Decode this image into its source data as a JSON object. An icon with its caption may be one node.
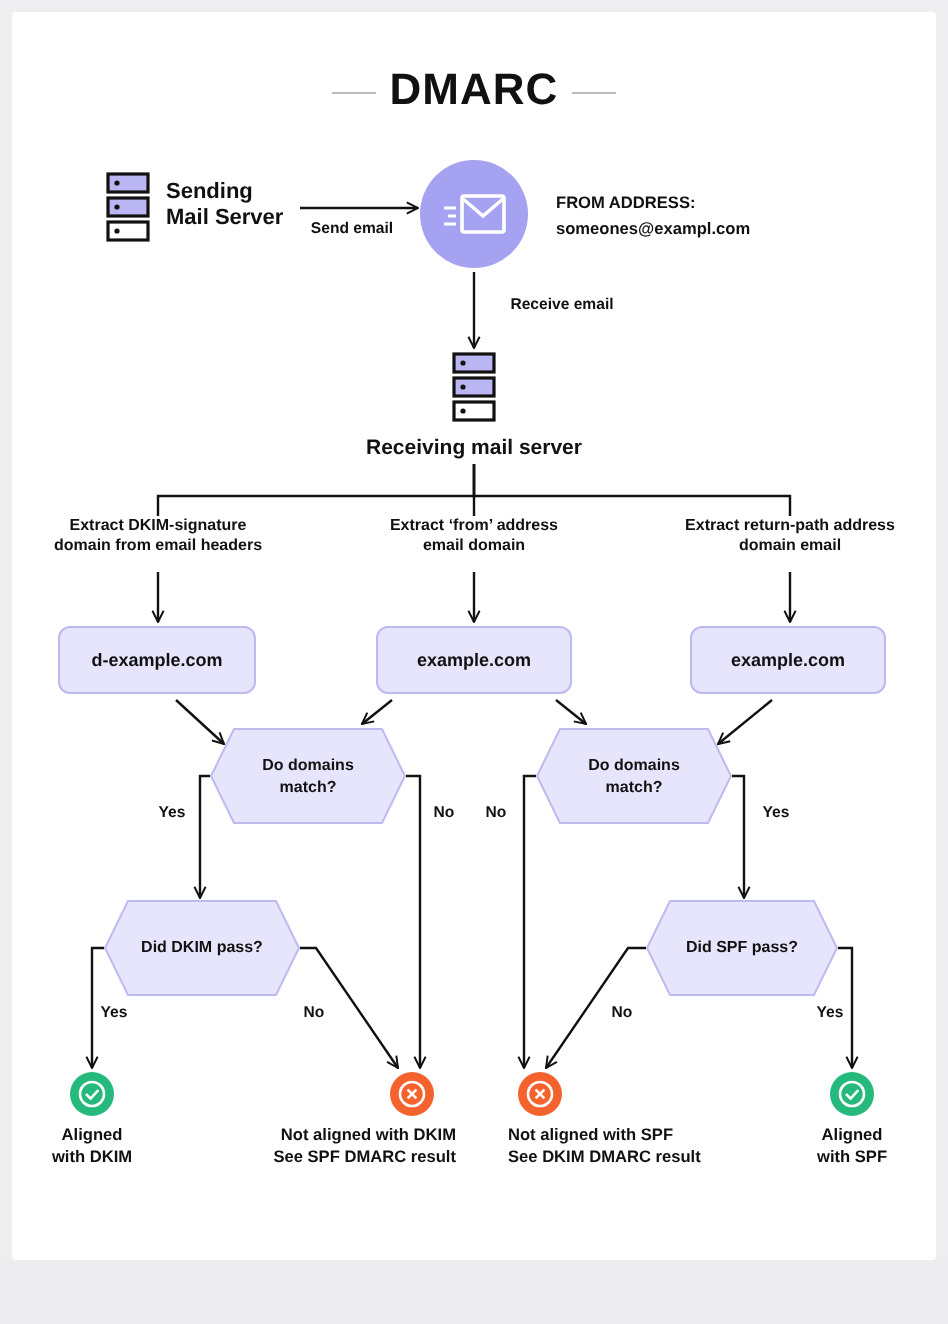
{
  "diagram": {
    "title": "DMARC",
    "nodes": [
      {
        "text": [
          "Sending Mail Server"
        ]
      },
      {
        "text": [],
        "shape": "circle",
        "beside": [
          "FROM ADDRESS:",
          "someones@exampl.com"
        ]
      },
      {
        "text": [
          "Receiving mail server"
        ]
      },
      {
        "text": [
          "Extract DKIM-signature domain from email headers"
        ]
      },
      {
        "text": [
          "Extract ‘from’ address email domain"
        ]
      },
      {
        "text": [
          "Extract return-path address domain email"
        ]
      },
      {
        "text": [
          "d-example.com"
        ]
      },
      {
        "text": [
          "example.com"
        ]
      },
      {
        "text": [
          "example.com"
        ]
      },
      {
        "text": [
          "Do domains match?"
        ]
      },
      {
        "text": [
          "Do domains match?"
        ]
      },
      {
        "text": [
          "Did DKIM pass?"
        ]
      },
      {
        "text": [
          "Did SPF pass?"
        ]
      },
      {
        "text": [
          "Aligned with DKIM"
        ]
      },
      {
        "text": [
          "Not aligned with DKIM",
          "See SPF DMARC result"
        ]
      },
      {
        "text": [
          "Not aligned with SPF",
          "See DKIM DMARC result"
        ]
      },
      {
        "text": [
          "Aligned with SPF"
        ]
      }
    ],
    "edges": [
      {
        "from": 0,
        "to": 1,
        "arrow": "to",
        "label": "Send email"
      },
      {
        "from": 1,
        "to": 2,
        "arrow": "to",
        "label": "Receive email"
      },
      {
        "from": 2,
        "to": 3,
        "arrow": "none"
      },
      {
        "from": 2,
        "to": 4,
        "arrow": "none"
      },
      {
        "from": 2,
        "to": 5,
        "arrow": "none"
      },
      {
        "from": 3,
        "to": 6,
        "arrow": "to"
      },
      {
        "from": 4,
        "to": 7,
        "arrow": "to"
      },
      {
        "from": 5,
        "to": 8,
        "arrow": "to"
      },
      {
        "from": 6,
        "to": 9,
        "arrow": "to"
      },
      {
        "from": 7,
        "to": 9,
        "arrow": "to"
      },
      {
        "from": 7,
        "to": 10,
        "arrow": "to"
      },
      {
        "from": 8,
        "to": 10,
        "arrow": "to"
      },
      {
        "from": 9,
        "to": 11,
        "arrow": "to",
        "label": "Yes"
      },
      {
        "from": 9,
        "to": 14,
        "arrow": "to",
        "label": "No"
      },
      {
        "from": 10,
        "to": 15,
        "arrow": "to",
        "label": "No"
      },
      {
        "from": 10,
        "to": 12,
        "arrow": "to",
        "label": "Yes"
      },
      {
        "from": 11,
        "to": 13,
        "arrow": "to",
        "label": "Yes"
      },
      {
        "from": 11,
        "to": 14,
        "arrow": "to",
        "label": "No"
      },
      {
        "from": 12,
        "to": 15,
        "arrow": "to",
        "label": "No"
      },
      {
        "from": 12,
        "to": 16,
        "arrow": "to",
        "label": "Yes"
      }
    ]
  }
}
